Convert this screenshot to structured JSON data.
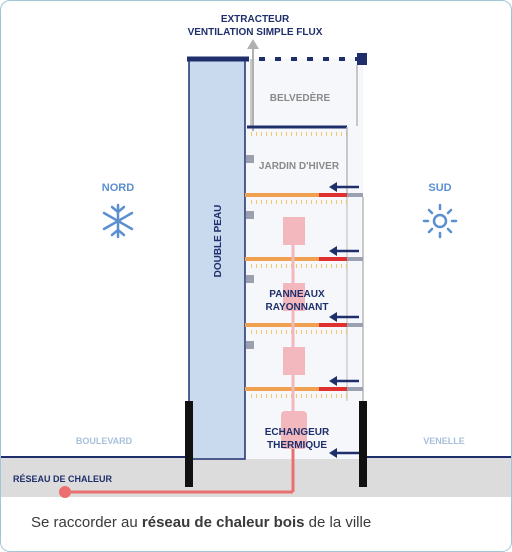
{
  "diagram": {
    "extractor_line1": "EXTRACTEUR",
    "extractor_line2": "VENTILATION SIMPLE FLUX",
    "belvedere": "BELVEDÈRE",
    "winter_garden": "JARDIN D'HIVER",
    "double_skin": "DOUBLE PEAU",
    "north": "NORD",
    "south": "SUD",
    "panels_line1": "PANNEAUX",
    "panels_line2": "RAYONNANT",
    "exchanger_line1": "ECHANGEUR",
    "exchanger_line2": "THERMIQUE",
    "boulevard": "BOULEVARD",
    "lane": "VENELLE",
    "heat_network": "RÉSEAU DE CHALEUR",
    "north_icon": "snowflake-icon",
    "south_icon": "sun-icon"
  },
  "caption": {
    "before": "Se raccorder au ",
    "bold": "réseau de chaleur bois",
    "after": " de la ville"
  },
  "colors": {
    "navy": "#1f2f6b",
    "light_blue": "#5b8fd0",
    "double_skin_fill": "#c9d9ee",
    "pink": "#f2b8be",
    "orange": "#f0a050",
    "red": "#e03030",
    "heat_line": "#ec6f6f",
    "ground": "#dcdcdc"
  }
}
